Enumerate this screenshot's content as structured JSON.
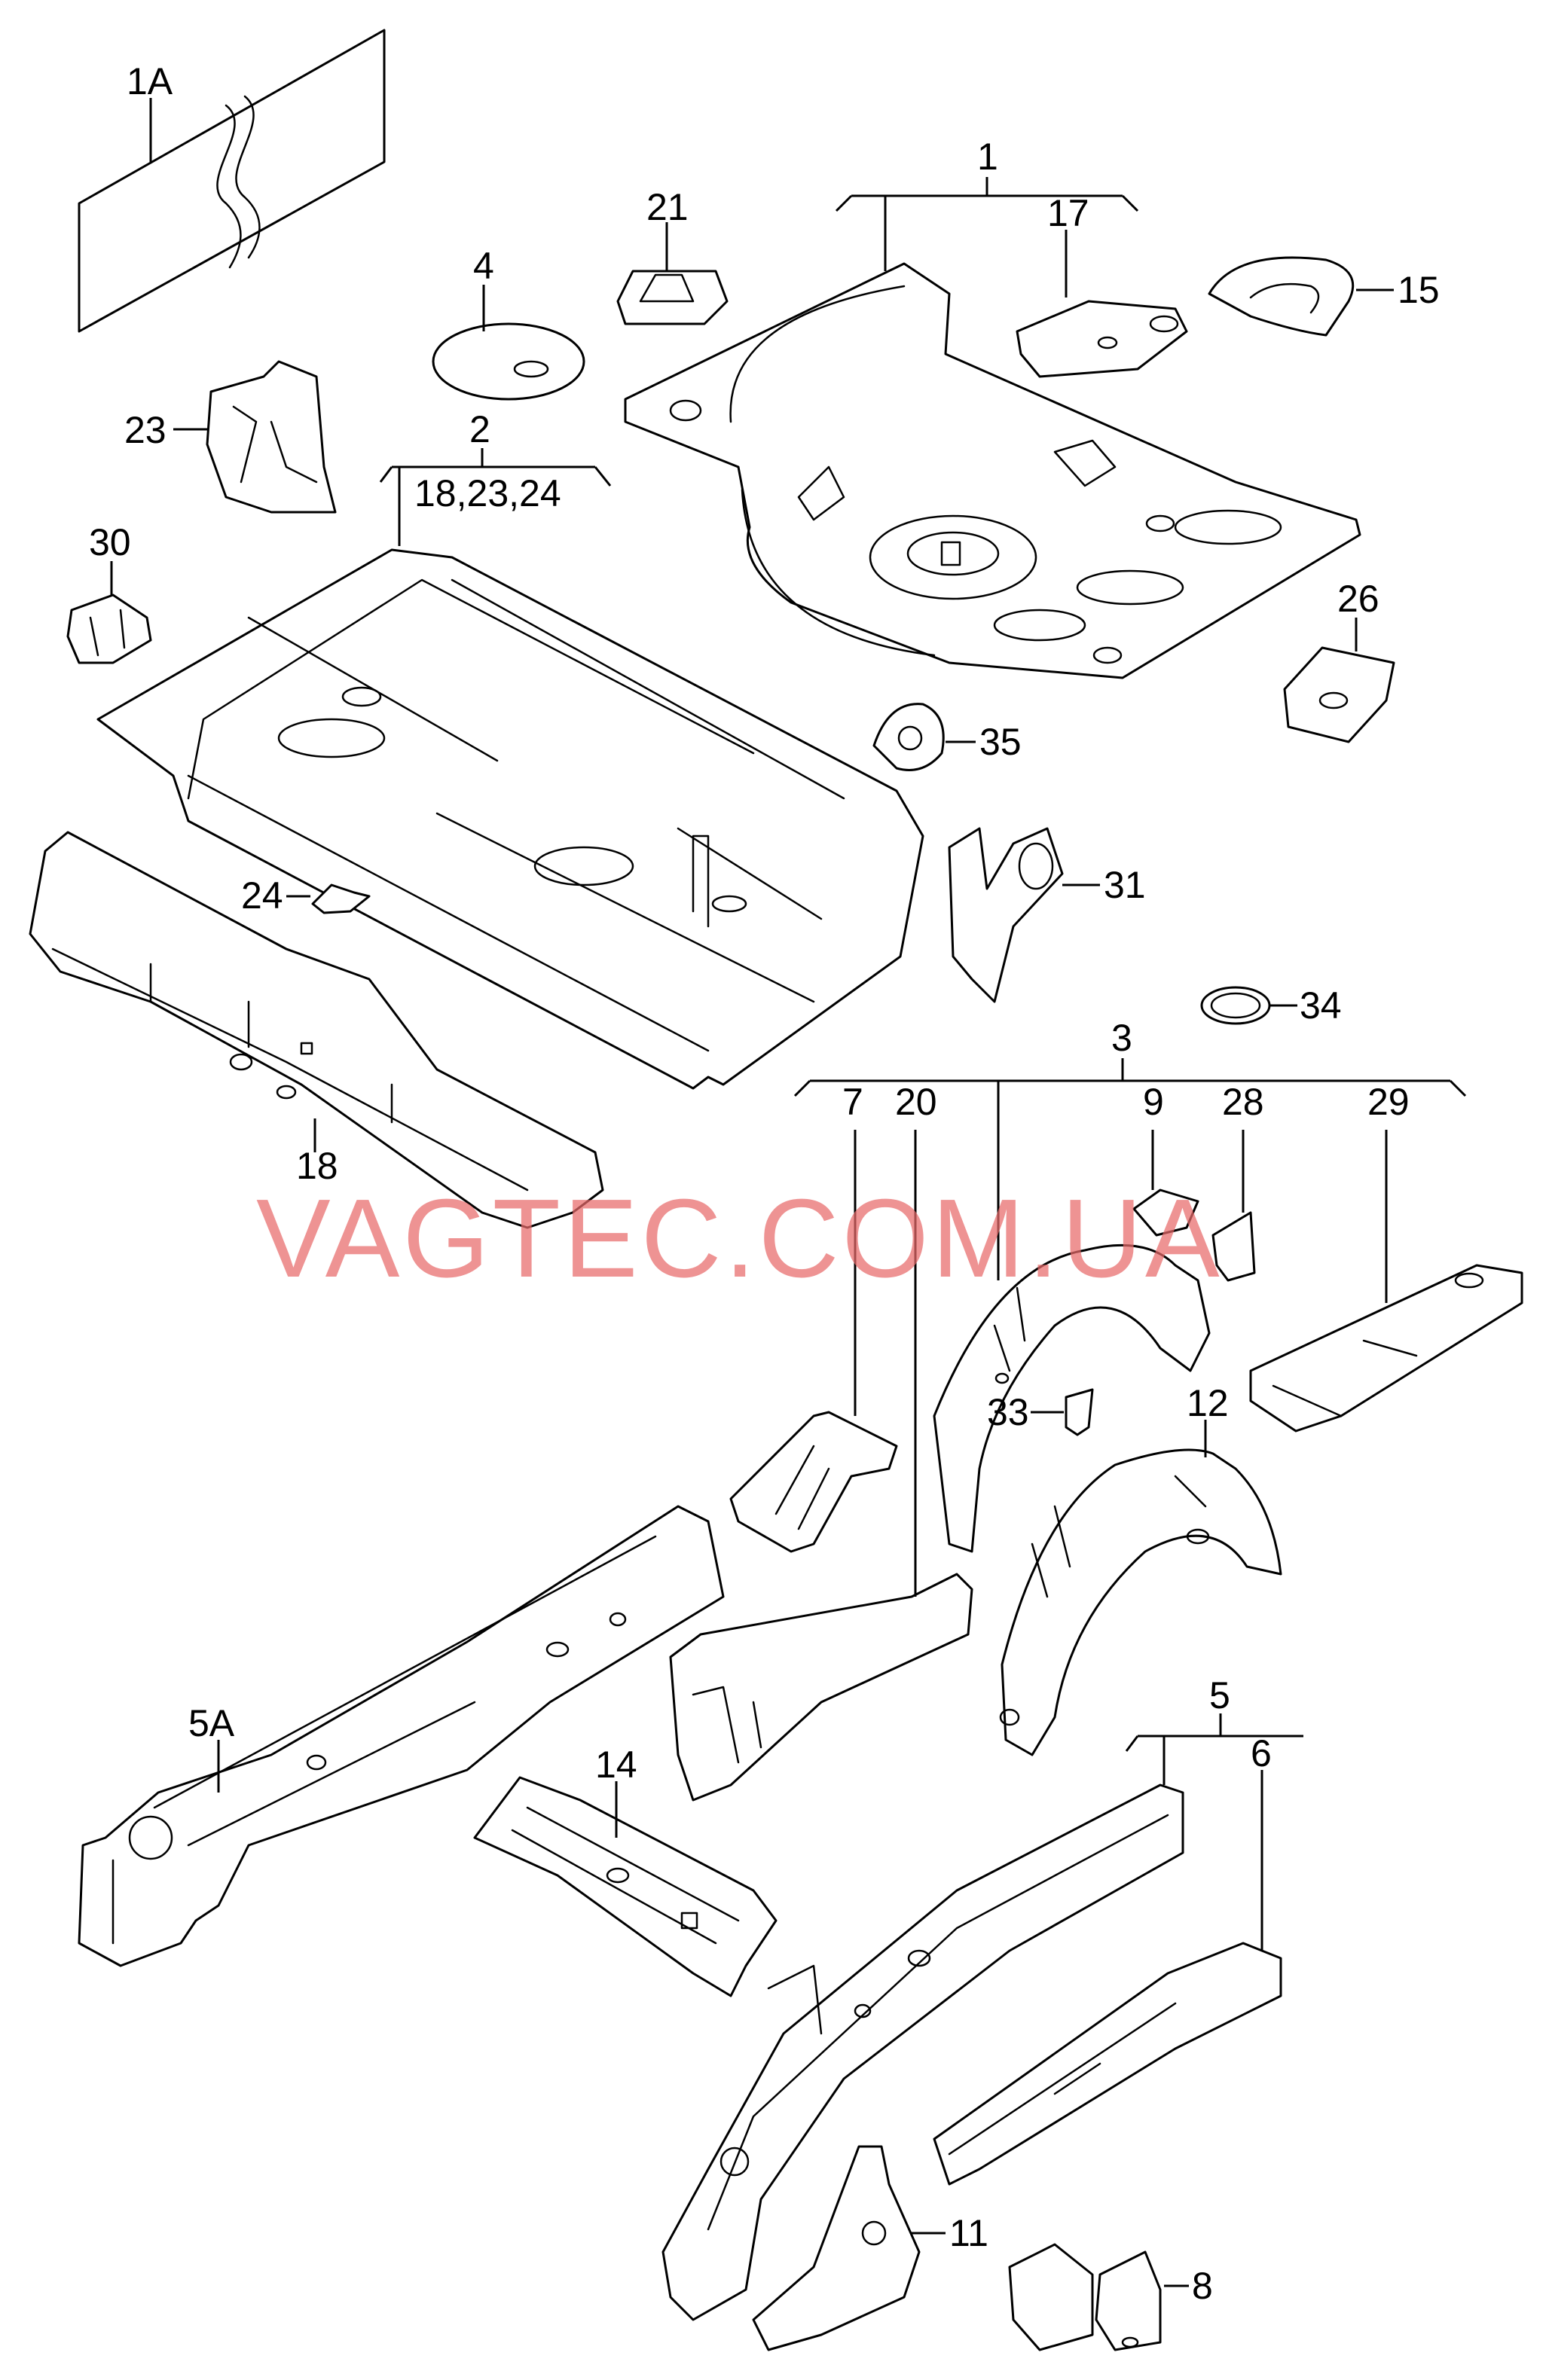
{
  "watermark": "VAGTEC.COM.UA",
  "callouts": {
    "c1A": "1A",
    "c1": "1",
    "c2": "2",
    "c2sub": "18,23,24",
    "c3": "3",
    "c4": "4",
    "c5": "5",
    "c5A": "5A",
    "c6": "6",
    "c7": "7",
    "c8": "8",
    "c9": "9",
    "c11": "11",
    "c12": "12",
    "c14": "14",
    "c15": "15",
    "c17": "17",
    "c18": "18",
    "c20": "20",
    "c21": "21",
    "c23": "23",
    "c24": "24",
    "c26": "26",
    "c28": "28",
    "c29": "29",
    "c30": "30",
    "c31": "31",
    "c33": "33",
    "c34": "34",
    "c35": "35"
  }
}
